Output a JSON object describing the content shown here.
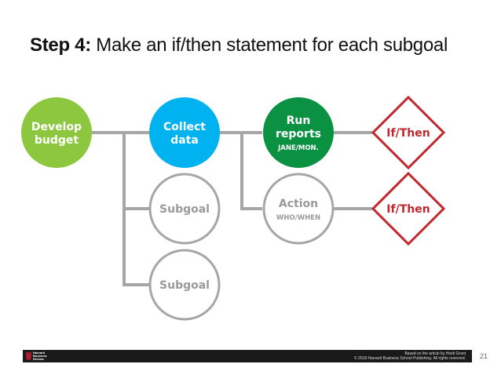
{
  "title": {
    "step_label": "Step 4:",
    "text": "Make an if/then statement for each subgoal"
  },
  "nodes": {
    "develop_budget": {
      "line1": "Develop",
      "line2": "budget",
      "fill": "#8dc63f"
    },
    "collect_data": {
      "line1": "Collect",
      "line2": "data",
      "fill": "#00b3f0"
    },
    "run_reports": {
      "line1": "Run",
      "line2": "reports",
      "sub": "JANE/MON.",
      "fill": "#0a9142"
    },
    "subgoal_1": {
      "label": "Subgoal"
    },
    "subgoal_2": {
      "label": "Subgoal"
    },
    "action": {
      "line1": "Action",
      "sub": "WHO/WHEN"
    },
    "if_then_1": {
      "label": "If/Then"
    },
    "if_then_2": {
      "label": "If/Then"
    }
  },
  "colors": {
    "connector": "#a6a6a6",
    "outline_circle": "#a6a6a6",
    "outline_text": "#9a9a9a",
    "diamond": "#c1272d"
  },
  "footer": {
    "logo_text": "Harvard\nBusiness\nReview",
    "credit_line1": "Based on the article by Heidi Grant",
    "credit_line2": "© 2018 Harvard Business School Publishing. All rights reserved.",
    "page_number": "21"
  }
}
